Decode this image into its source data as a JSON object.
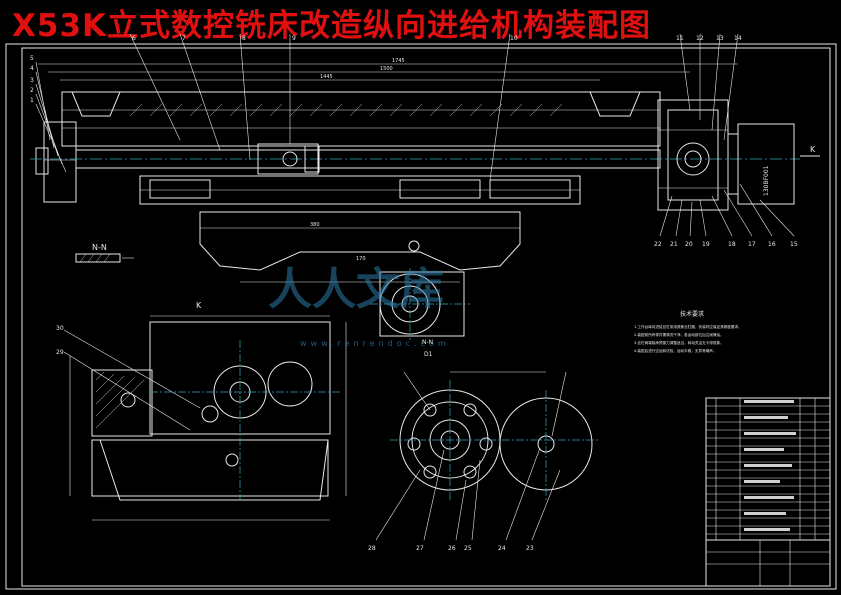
{
  "title": "X53K立式数控铣床改造纵向进给机构装配图",
  "colors": {
    "background": "#000000",
    "title": "#e01010",
    "lines": "#e8e8e8",
    "centerlines": "#2aa8b8",
    "watermark": "#2c7ba8"
  },
  "main_view": {
    "dimensions": {
      "overall": "1745",
      "travel": "1500",
      "inner": "1445",
      "width": "380",
      "height": "170"
    },
    "motor_label": "130BF001",
    "view_arrow": "K",
    "part_numbers_top": [
      "5",
      "4",
      "3",
      "2",
      "1",
      "7",
      "6",
      "8",
      "9",
      "10",
      "11",
      "12",
      "13",
      "14"
    ],
    "part_numbers_bottom": [
      "22",
      "21",
      "20",
      "19",
      "18",
      "17",
      "16",
      "15"
    ]
  },
  "section_nn": {
    "label": "N-N"
  },
  "view_k": {
    "label": "K",
    "part_numbers": [
      "30",
      "29"
    ]
  },
  "section_n_n_lower": {
    "label": "N-N",
    "bottom_label": "D1"
  },
  "gear_view": {
    "part_numbers": [
      "28",
      "27",
      "26",
      "25",
      "24",
      "23"
    ]
  },
  "tech_requirements": {
    "heading": "技术要求",
    "items": [
      "1.工作台纵向进给丝杠采用滚珠丝杠副，安装时应保证其精度要求。",
      "2.装配前所有零件需清洗干净，各运动部位加注润滑油。",
      "3.丝杠两端轴承预紧力调整适当，转动灵活无卡滞现象。",
      "4.装配后进行空运转试验，运动平稳，无异常噪声。"
    ]
  },
  "watermark": {
    "text": "人人文库",
    "url": "www.renrendoc.com"
  }
}
